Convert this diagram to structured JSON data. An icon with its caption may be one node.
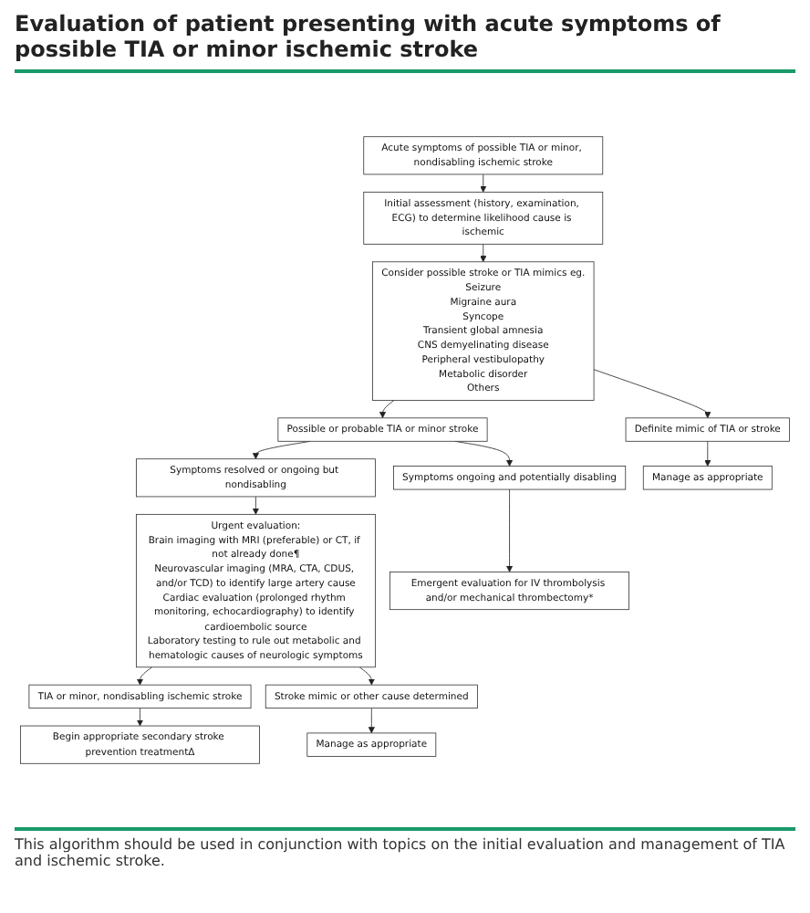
{
  "diagram": {
    "title": "Evaluation of patient presenting with acute symptoms of possible TIA or minor ischemic stroke",
    "caption": "This algorithm should be used in conjunction with topics on the initial evaluation and management of TIA and ischemic stroke.",
    "nodes": [
      {
        "text": [
          "Acute symptoms of possible TIA or minor, nondisabling ischemic stroke"
        ]
      },
      {
        "text": [
          "Initial assessment (history, examination, ECG) to determine likelihood cause is ischemic"
        ]
      },
      {
        "text": [
          "Consider possible stroke or TIA mimics eg.",
          "Seizure",
          "Migraine aura",
          "Syncope",
          "Transient global amnesia",
          "CNS demyelinating disease",
          "Peripheral vestibulopathy",
          "Metabolic disorder",
          "Others"
        ]
      },
      {
        "text": [
          "Possible or probable TIA or minor stroke"
        ]
      },
      {
        "text": [
          "Definite mimic of TIA or stroke"
        ]
      },
      {
        "text": [
          "Symptoms resolved or ongoing but nondisabling"
        ]
      },
      {
        "text": [
          "Symptoms ongoing and potentially disabling"
        ]
      },
      {
        "text": [
          "Manage as appropriate"
        ]
      },
      {
        "text": [
          "Urgent evaluation:",
          "Brain imaging with MRI (preferable) or CT, if not already done¶",
          "Neurovascular imaging (MRA, CTA, CDUS, and/or TCD) to identify large artery cause",
          "Cardiac evaluation (prolonged rhythm monitoring, echocardiography) to identify cardioembolic source",
          "Laboratory testing to rule out metabolic and hematologic causes of neurologic symptoms"
        ]
      },
      {
        "text": [
          "Emergent evaluation for IV thrombolysis and/or mechanical thrombectomy*"
        ]
      },
      {
        "text": [
          "TIA or minor, nondisabling ischemic stroke"
        ]
      },
      {
        "text": [
          "Stroke mimic or other cause determined"
        ]
      },
      {
        "text": [
          "Begin appropriate secondary stroke prevention treatmentΔ"
        ]
      },
      {
        "text": [
          "Manage as appropriate"
        ]
      }
    ],
    "edges": [
      {
        "from": 0,
        "to": 1,
        "arrow": "to"
      },
      {
        "from": 1,
        "to": 2,
        "arrow": "to"
      },
      {
        "from": 2,
        "to": 3,
        "arrow": "to"
      },
      {
        "from": 2,
        "to": 4,
        "arrow": "to"
      },
      {
        "from": 3,
        "to": 5,
        "arrow": "to"
      },
      {
        "from": 3,
        "to": 6,
        "arrow": "to"
      },
      {
        "from": 4,
        "to": 7,
        "arrow": "to"
      },
      {
        "from": 5,
        "to": 8,
        "arrow": "to"
      },
      {
        "from": 6,
        "to": 9,
        "arrow": "to"
      },
      {
        "from": 8,
        "to": 10,
        "arrow": "to"
      },
      {
        "from": 8,
        "to": 11,
        "arrow": "to"
      },
      {
        "from": 10,
        "to": 12,
        "arrow": "to"
      },
      {
        "from": 11,
        "to": 13,
        "arrow": "to"
      }
    ]
  }
}
